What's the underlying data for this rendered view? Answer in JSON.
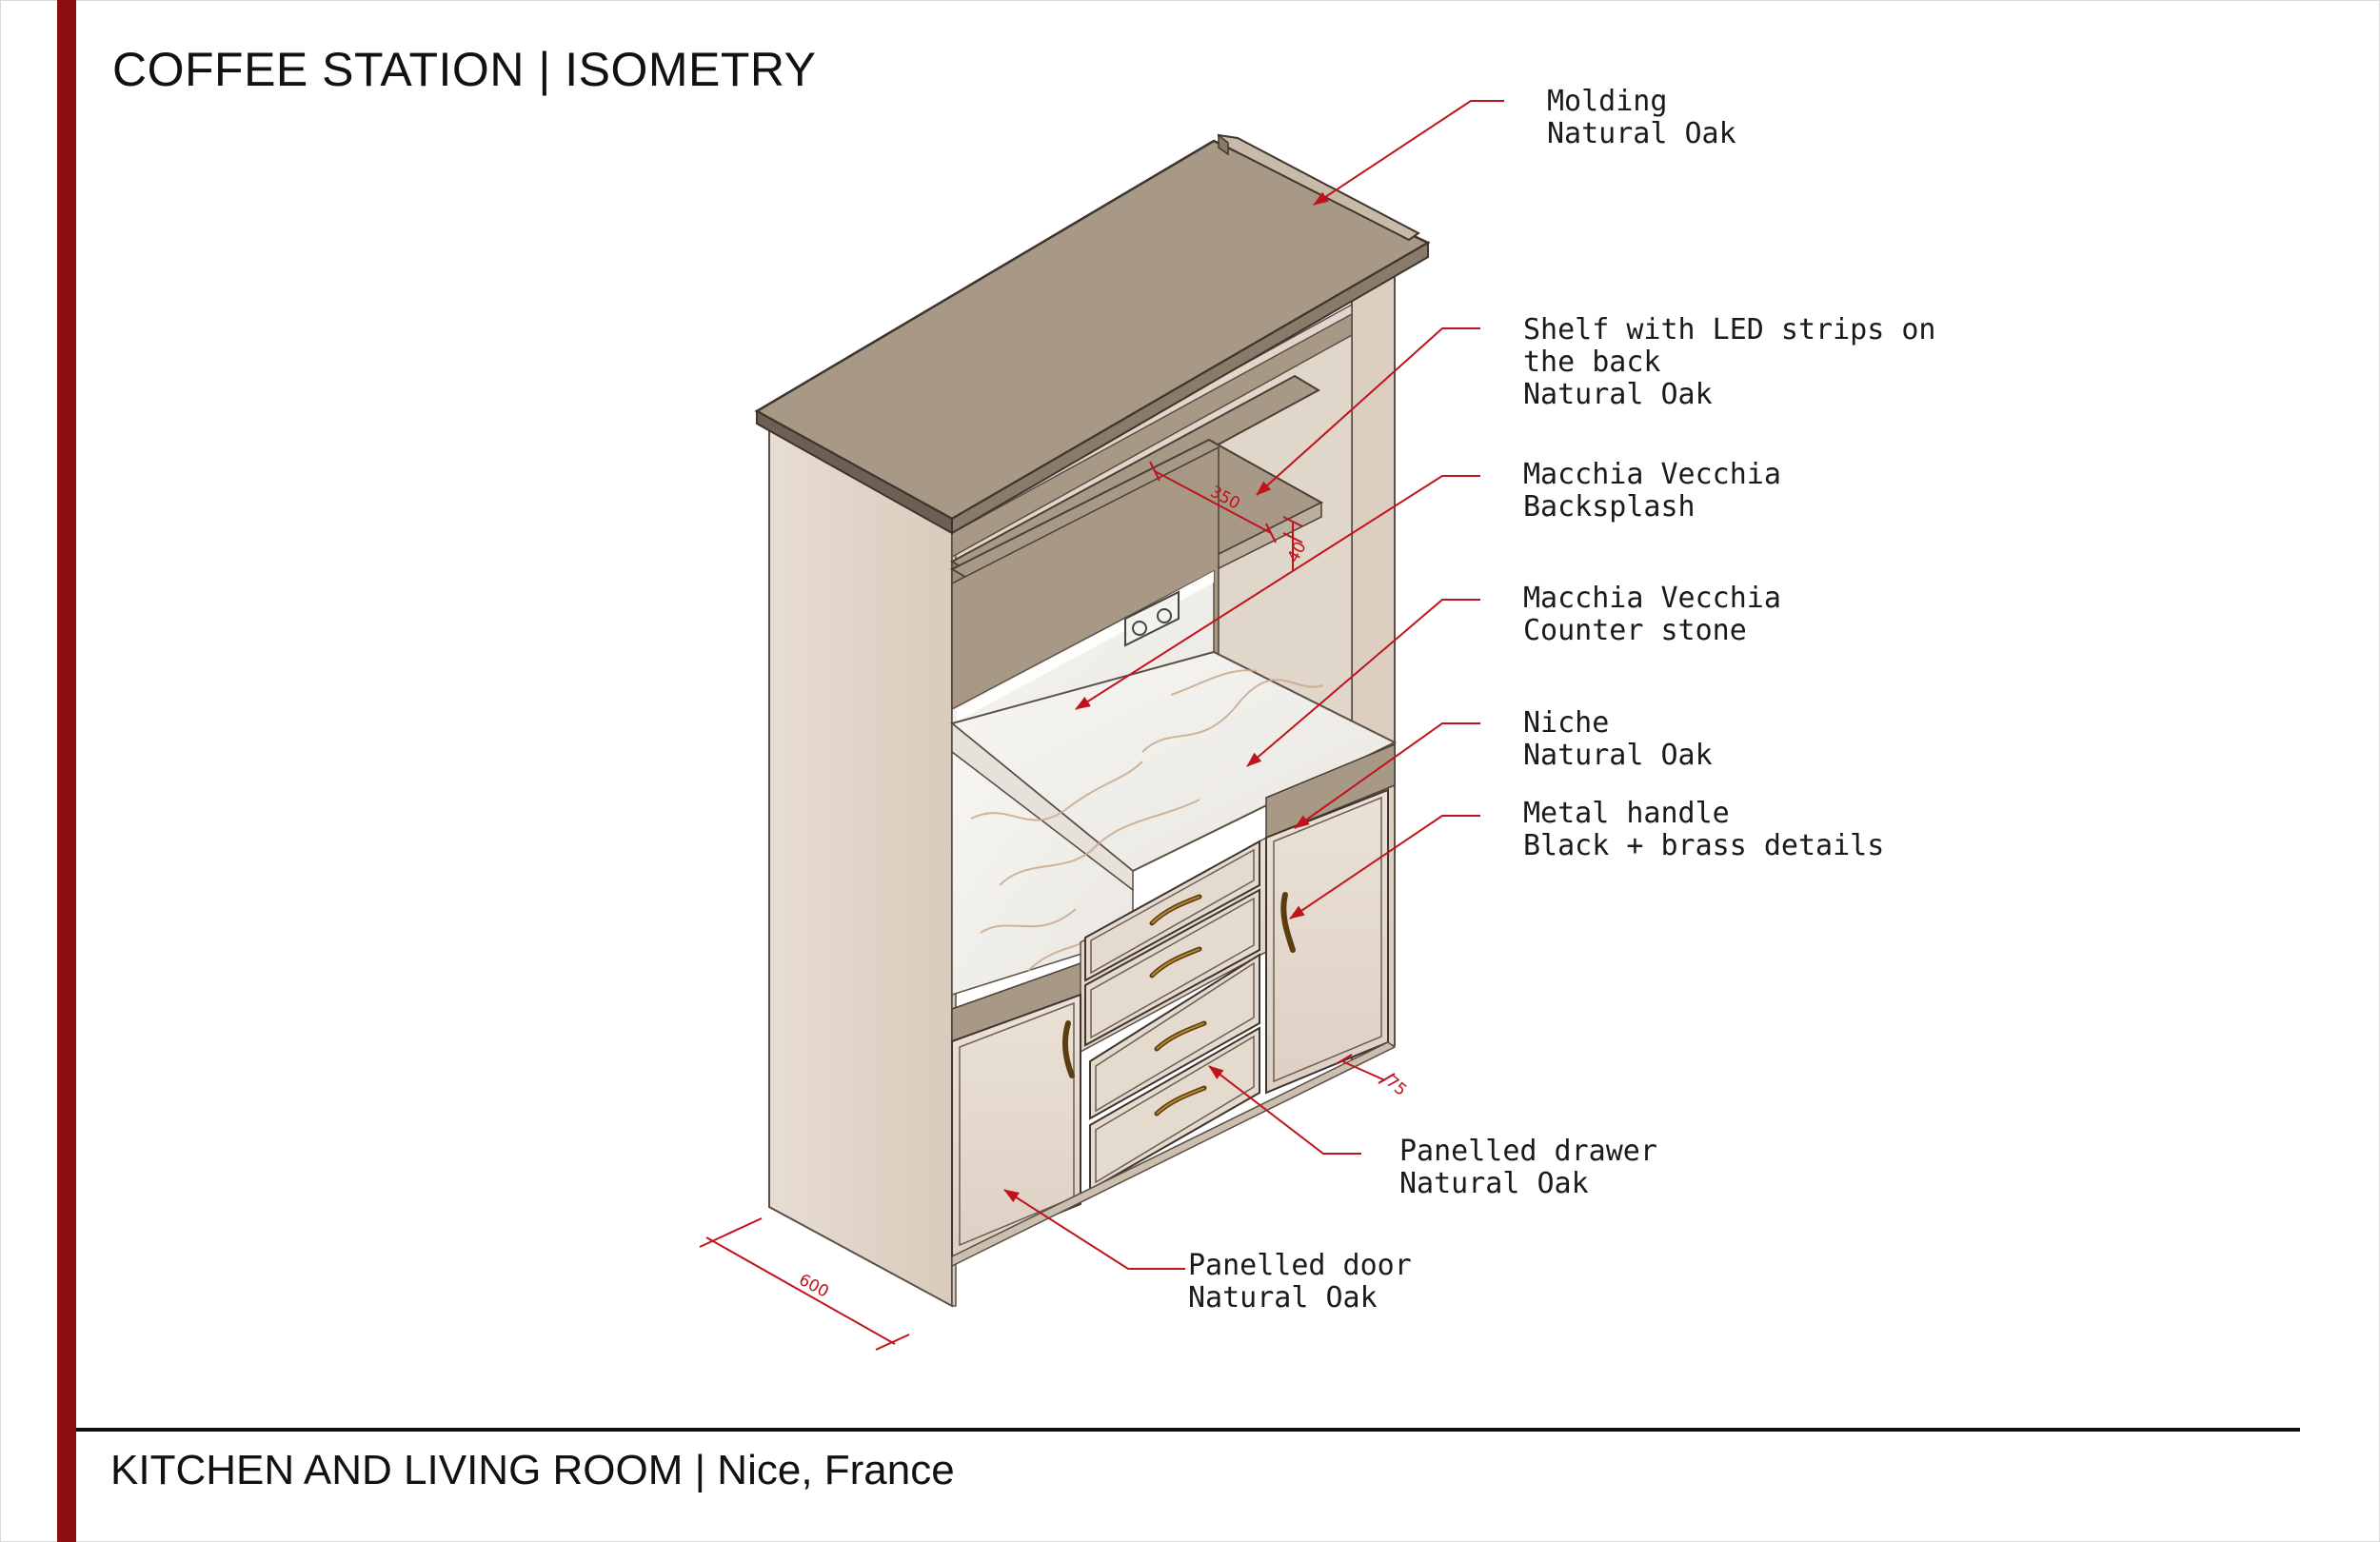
{
  "header": {
    "title": "COFFEE STATION | ISOMETRY"
  },
  "footer": {
    "project": "KITCHEN AND LIVING ROOM | Nice, France"
  },
  "callouts": [
    {
      "line1": "Molding",
      "line2": "Natural Oak",
      "line3": ""
    },
    {
      "line1": "Shelf with LED strips on",
      "line2": "the back",
      "line3": "Natural Oak"
    },
    {
      "line1": "Macchia Vecchia",
      "line2": "Backsplash",
      "line3": ""
    },
    {
      "line1": "Macchia Vecchia",
      "line2": "Counter stone",
      "line3": ""
    },
    {
      "line1": "Niche",
      "line2": "Natural Oak",
      "line3": ""
    },
    {
      "line1": "Metal handle",
      "line2": "Black + brass details",
      "line3": ""
    },
    {
      "line1": "Panelled drawer",
      "line2": "Natural Oak",
      "line3": ""
    },
    {
      "line1": "Panelled door",
      "line2": "Natural Oak",
      "line3": ""
    }
  ],
  "dimensions": {
    "shelf_depth": "350",
    "shelf_thickness": "40",
    "cabinet_depth": "600",
    "plinth": "75"
  },
  "colors": {
    "accent_band": "#8b0d0d",
    "leader": "#c0141c",
    "oak": "#e4d8cc",
    "top": "#a89886",
    "marble": "#f1efea"
  }
}
